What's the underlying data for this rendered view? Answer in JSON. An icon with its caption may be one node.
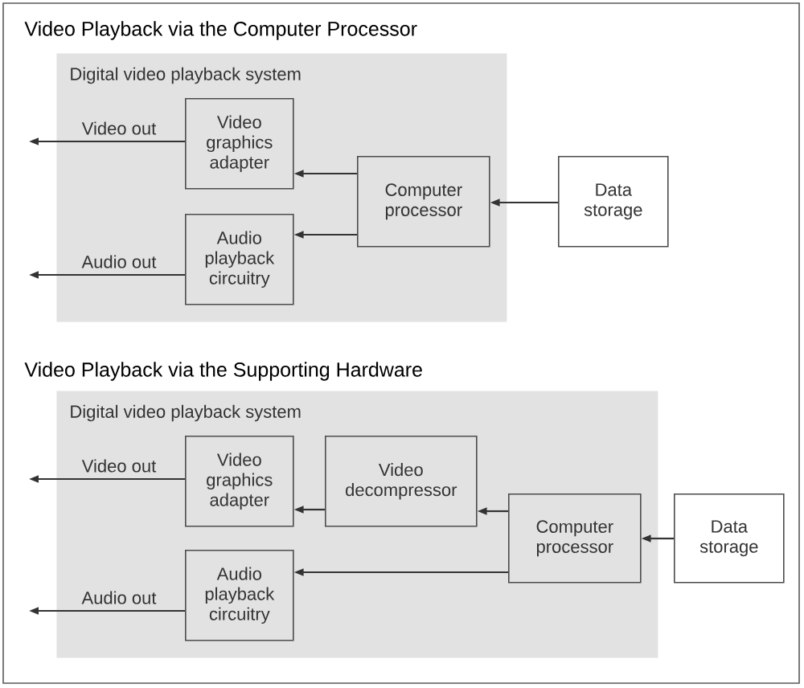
{
  "diagram": {
    "nodes": [
      {
        "text": [
          "Digital video playback system"
        ]
      },
      {
        "text": [
          "Video graphics adapter"
        ],
        "in": 0
      },
      {
        "text": [
          "Audio playback circuitry"
        ],
        "in": 0
      },
      {
        "text": [
          "Computer processor"
        ],
        "in": 0
      },
      {
        "text": [
          "Data storage"
        ]
      },
      {
        "text": [
          "Digital video playback system"
        ]
      },
      {
        "text": [
          "Video graphics adapter"
        ],
        "in": 5
      },
      {
        "text": [
          "Video decompressor"
        ],
        "in": 5
      },
      {
        "text": [
          "Audio playback circuitry"
        ],
        "in": 5
      },
      {
        "text": [
          "Computer processor"
        ],
        "in": 5
      },
      {
        "text": [
          "Data storage"
        ]
      }
    ],
    "edges": [
      {
        "from": 1,
        "to": null,
        "arrow": "to",
        "label": "Video out"
      },
      {
        "from": 2,
        "to": null,
        "arrow": "to",
        "label": "Audio out"
      },
      {
        "from": 3,
        "to": 1,
        "arrow": "to"
      },
      {
        "from": 3,
        "to": 2,
        "arrow": "to"
      },
      {
        "from": 4,
        "to": 3,
        "arrow": "to"
      },
      {
        "from": 6,
        "to": null,
        "arrow": "to",
        "label": "Video out"
      },
      {
        "from": 8,
        "to": null,
        "arrow": "to",
        "label": "Audio out"
      },
      {
        "from": 7,
        "to": 6,
        "arrow": "to"
      },
      {
        "from": 9,
        "to": 7,
        "arrow": "to"
      },
      {
        "from": 9,
        "to": 8,
        "arrow": "to"
      },
      {
        "from": 10,
        "to": 9,
        "arrow": "to"
      }
    ],
    "labels": [
      "Video Playback via the Computer Processor",
      "Video Playback via the Supporting Hardware"
    ]
  }
}
